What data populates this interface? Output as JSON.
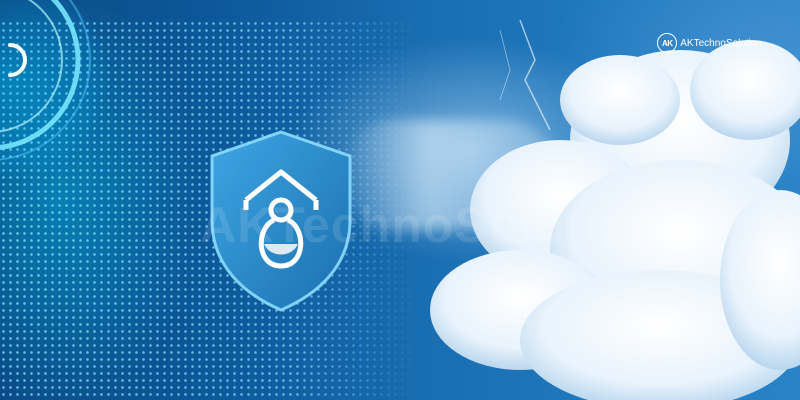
{
  "brand": {
    "logo_text": "AK",
    "name": "AKTechnoSolution"
  },
  "watermark": {
    "text": "AKTechnoSolution"
  },
  "scene": {
    "description_icons": [
      "shield-lock-icon",
      "cloud-icon",
      "circular-ring-icon"
    ],
    "colors": {
      "background_dark": "#0b4a86",
      "accent_cyan": "#3fd0ff",
      "shield_fill": "#2a8fd0",
      "cloud_white": "#f4f9ff"
    }
  }
}
